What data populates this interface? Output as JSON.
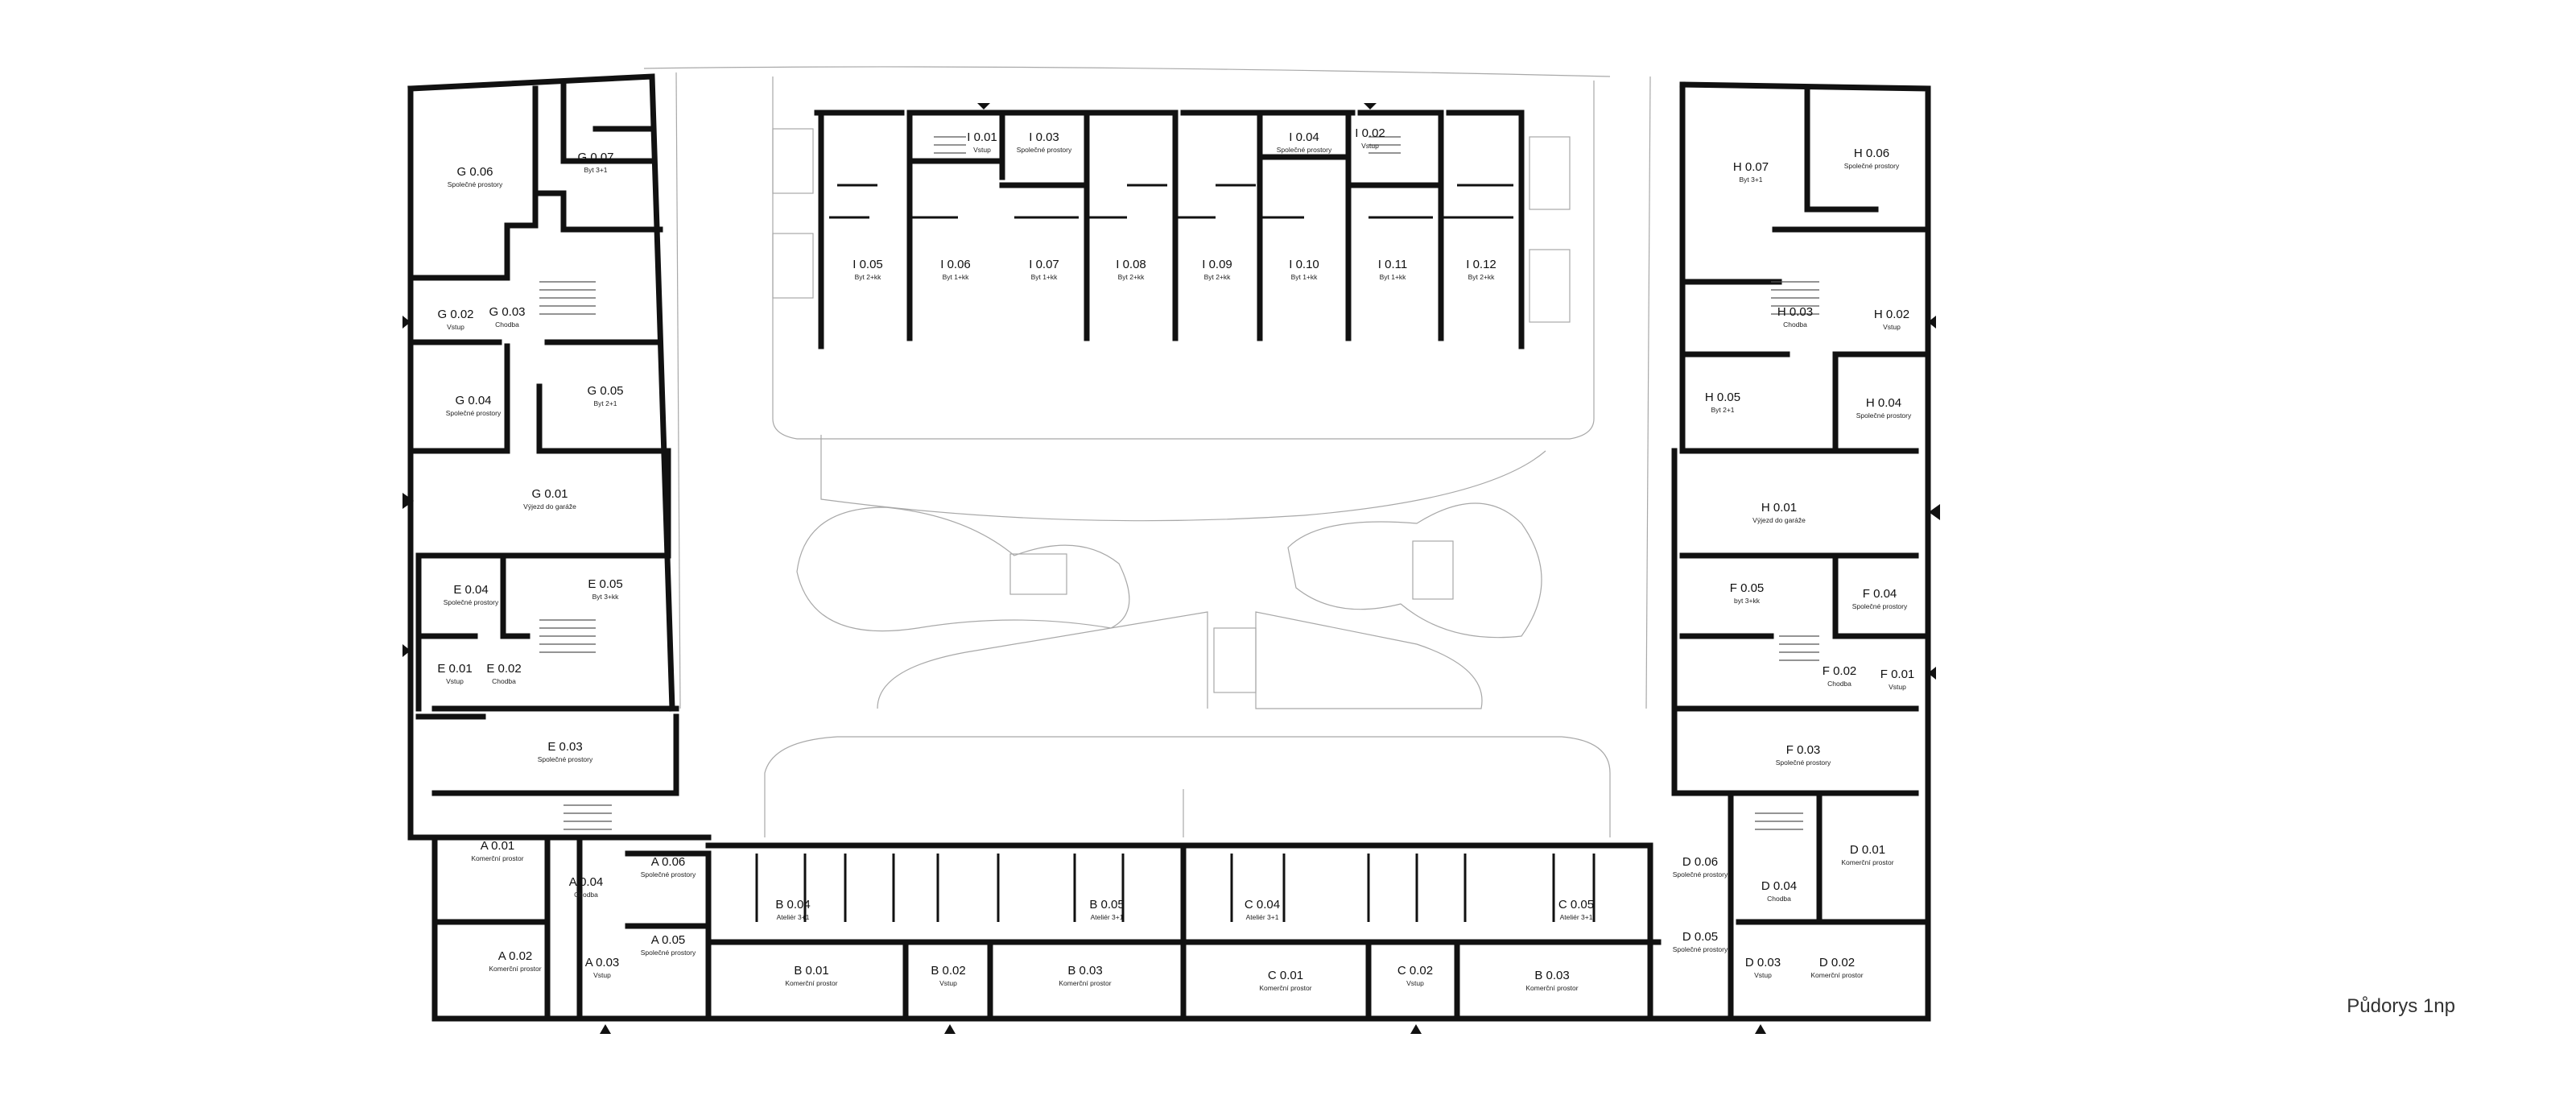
{
  "sheet_title": "Půdorys 1np",
  "colors": {
    "wall": "#111111",
    "thin_line": "#9a9a9a",
    "background": "#ffffff"
  },
  "rooms": {
    "G01": {
      "id": "G 0.01",
      "desc": "Výjezd do garáže"
    },
    "G02": {
      "id": "G 0.02",
      "desc": "Vstup"
    },
    "G03": {
      "id": "G 0.03",
      "desc": "Chodba"
    },
    "G04": {
      "id": "G 0.04",
      "desc": "Společné prostory"
    },
    "G05": {
      "id": "G 0.05",
      "desc": "Byt 2+1"
    },
    "G06": {
      "id": "G 0.06",
      "desc": "Společné prostory"
    },
    "G07": {
      "id": "G 0.07",
      "desc": "Byt 3+1"
    },
    "E01": {
      "id": "E 0.01",
      "desc": "Vstup"
    },
    "E02": {
      "id": "E 0.02",
      "desc": "Chodba"
    },
    "E03": {
      "id": "E 0.03",
      "desc": "Společné prostory"
    },
    "E04": {
      "id": "E 0.04",
      "desc": "Společné prostory"
    },
    "E05": {
      "id": "E 0.05",
      "desc": "Byt 3+kk"
    },
    "A01": {
      "id": "A 0.01",
      "desc": "Komerční prostor"
    },
    "A02": {
      "id": "A 0.02",
      "desc": "Komerční prostor"
    },
    "A03": {
      "id": "A 0.03",
      "desc": "Vstup"
    },
    "A04": {
      "id": "A 0.04",
      "desc": "Chodba"
    },
    "A05": {
      "id": "A 0.05",
      "desc": "Společné prostory"
    },
    "A06": {
      "id": "A 0.06",
      "desc": "Společné prostory"
    },
    "B01": {
      "id": "B 0.01",
      "desc": "Komerční prostor"
    },
    "B02": {
      "id": "B 0.02",
      "desc": "Vstup"
    },
    "B03": {
      "id": "B 0.03",
      "desc": "Komerční prostor"
    },
    "B04": {
      "id": "B 0.04",
      "desc": "Ateliér 3+1"
    },
    "B05": {
      "id": "B 0.05",
      "desc": "Ateliér 3+1"
    },
    "C01": {
      "id": "C 0.01",
      "desc": "Komerční prostor"
    },
    "C02": {
      "id": "C 0.02",
      "desc": "Vstup"
    },
    "C03": {
      "id": "B 0.03",
      "desc": "Komerční prostor"
    },
    "C04": {
      "id": "C 0.04",
      "desc": "Ateliér 3+1"
    },
    "C05": {
      "id": "C 0.05",
      "desc": "Ateliér 3+1"
    },
    "D01": {
      "id": "D 0.01",
      "desc": "Komerční prostor"
    },
    "D02": {
      "id": "D 0.02",
      "desc": "Komerční prostor"
    },
    "D03": {
      "id": "D 0.03",
      "desc": "Vstup"
    },
    "D04": {
      "id": "D 0.04",
      "desc": "Chodba"
    },
    "D05": {
      "id": "D 0.05",
      "desc": "Společné prostory"
    },
    "D06": {
      "id": "D 0.06",
      "desc": "Společné prostory"
    },
    "F01": {
      "id": "F 0.01",
      "desc": "Vstup"
    },
    "F02": {
      "id": "F 0.02",
      "desc": "Chodba"
    },
    "F03": {
      "id": "F 0.03",
      "desc": "Společné prostory"
    },
    "F04": {
      "id": "F 0.04",
      "desc": "Společné prostory"
    },
    "F05": {
      "id": "F 0.05",
      "desc": "byt 3+kk"
    },
    "H01": {
      "id": "H 0.01",
      "desc": "Výjezd do garáže"
    },
    "H02": {
      "id": "H 0.02",
      "desc": "Vstup"
    },
    "H03": {
      "id": "H 0.03",
      "desc": "Chodba"
    },
    "H04": {
      "id": "H 0.04",
      "desc": "Společné prostory"
    },
    "H05": {
      "id": "H 0.05",
      "desc": "Byt 2+1"
    },
    "H06": {
      "id": "H 0.06",
      "desc": "Společné prostory"
    },
    "H07": {
      "id": "H 0.07",
      "desc": "Byt 3+1"
    },
    "I01": {
      "id": "I 0.01",
      "desc": "Vstup"
    },
    "I02": {
      "id": "I 0.02",
      "desc": "Vstup"
    },
    "I03": {
      "id": "I 0.03",
      "desc": "Společné prostory"
    },
    "I04": {
      "id": "I 0.04",
      "desc": "Společné prostory"
    },
    "I05": {
      "id": "I 0.05",
      "desc": "Byt 2+kk"
    },
    "I06": {
      "id": "I 0.06",
      "desc": "Byt 1+kk"
    },
    "I07": {
      "id": "I 0.07",
      "desc": "Byt 1+kk"
    },
    "I08": {
      "id": "I 0.08",
      "desc": "Byt 2+kk"
    },
    "I09": {
      "id": "I 0.09",
      "desc": "Byt 2+kk"
    },
    "I10": {
      "id": "I 0.10",
      "desc": "Byt 1+kk"
    },
    "I11": {
      "id": "I 0.11",
      "desc": "Byt 1+kk"
    },
    "I12": {
      "id": "I 0.12",
      "desc": "Byt 2+kk"
    }
  }
}
